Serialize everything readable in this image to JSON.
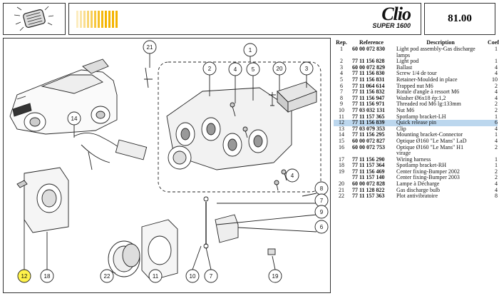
{
  "header": {
    "logo_main": "Clio",
    "logo_sub": "SUPER 1600",
    "page_number": "81.00",
    "header_icon": "headlamp-icon"
  },
  "table": {
    "columns": [
      "Rep.",
      "Reference",
      "Description",
      "Coef"
    ],
    "rows": [
      {
        "rep": "1",
        "ref": "60 00 072 830",
        "desc": "Light pod assembly-Gas discharge",
        "coef": "1"
      },
      {
        "rep": "",
        "ref": "",
        "desc": "lamps",
        "coef": ""
      },
      {
        "rep": "2",
        "ref": "77 11 156 828",
        "desc": "Light pod",
        "coef": "1"
      },
      {
        "rep": "3",
        "ref": "60 00 072 829",
        "desc": "Ballast",
        "coef": "4"
      },
      {
        "rep": "4",
        "ref": "77 11 156 830",
        "desc": "Screw 1/4 de tour",
        "coef": "4"
      },
      {
        "rep": "5",
        "ref": "77 11 156 831",
        "desc": "Retainer-Moulded in place",
        "coef": "10"
      },
      {
        "rep": "6",
        "ref": "77 11 064 614",
        "desc": "Trapped nut M6",
        "coef": "2"
      },
      {
        "rep": "7",
        "ref": "77 11 156 832",
        "desc": "Rotule d'angle à ressort M6",
        "coef": "4"
      },
      {
        "rep": "8",
        "ref": "77 11 156 947",
        "desc": "Washer Ø6x18 ép:1,2",
        "coef": "4"
      },
      {
        "rep": "9",
        "ref": "77 11 156 971",
        "desc": "Threaded rod M6 lg:133mm",
        "coef": "2"
      },
      {
        "rep": "10",
        "ref": "77 03 032 131",
        "desc": "Nut M6",
        "coef": "2"
      },
      {
        "rep": "11",
        "ref": "77 11 157 365",
        "desc": "Spotlamp bracket-LH",
        "coef": "1"
      },
      {
        "rep": "12",
        "ref": "77 11 156 839",
        "desc": "Quick release pin",
        "coef": "6",
        "highlight": true
      },
      {
        "rep": "13",
        "ref": "77 03 079 353",
        "desc": "Clip",
        "coef": "4"
      },
      {
        "rep": "14",
        "ref": "77 11 156 295",
        "desc": "Mounting bracket-Connector",
        "coef": "1"
      },
      {
        "rep": "15",
        "ref": "60 00 072 827",
        "desc": "Optique Ø160 \"Le Mans\" LaD",
        "coef": "4"
      },
      {
        "rep": "16",
        "ref": "60 00 072 753",
        "desc": "Optique Ø160 \"Le Mans\" H1",
        "coef": "2"
      },
      {
        "rep": "",
        "ref": "",
        "desc": "virage",
        "coef": ""
      },
      {
        "rep": "17",
        "ref": "77 11 156 290",
        "desc": "Wiring harness",
        "coef": "1"
      },
      {
        "rep": "18",
        "ref": "77 11 157 364",
        "desc": "Spotlamp bracket-RH",
        "coef": "1"
      },
      {
        "rep": "19",
        "ref": "77 11 156 469",
        "desc": "Center fixing-Bumper 2002",
        "coef": "2"
      },
      {
        "rep": "",
        "ref": "77 11 157 140",
        "desc": "Center fixing-Bumper 2003",
        "coef": "2"
      },
      {
        "rep": "20",
        "ref": "60 00 072 828",
        "desc": "Lampe à Décharge",
        "coef": "4"
      },
      {
        "rep": "21",
        "ref": "77 11 128 822",
        "desc": "Gas discharge bulb",
        "coef": "4"
      },
      {
        "rep": "22",
        "ref": "77 11 157 363",
        "desc": "Plot antivibratoire",
        "coef": "8"
      }
    ]
  },
  "callouts": [
    "1",
    "2",
    "3",
    "4",
    "5",
    "6",
    "7",
    "8",
    "9",
    "10",
    "11",
    "12",
    "14",
    "18",
    "19",
    "20",
    "21",
    "22"
  ],
  "colors": {
    "accent_yellow": "#f4b400",
    "highlight_row": "#bcd7ee",
    "callout_12": "#fff34a"
  }
}
